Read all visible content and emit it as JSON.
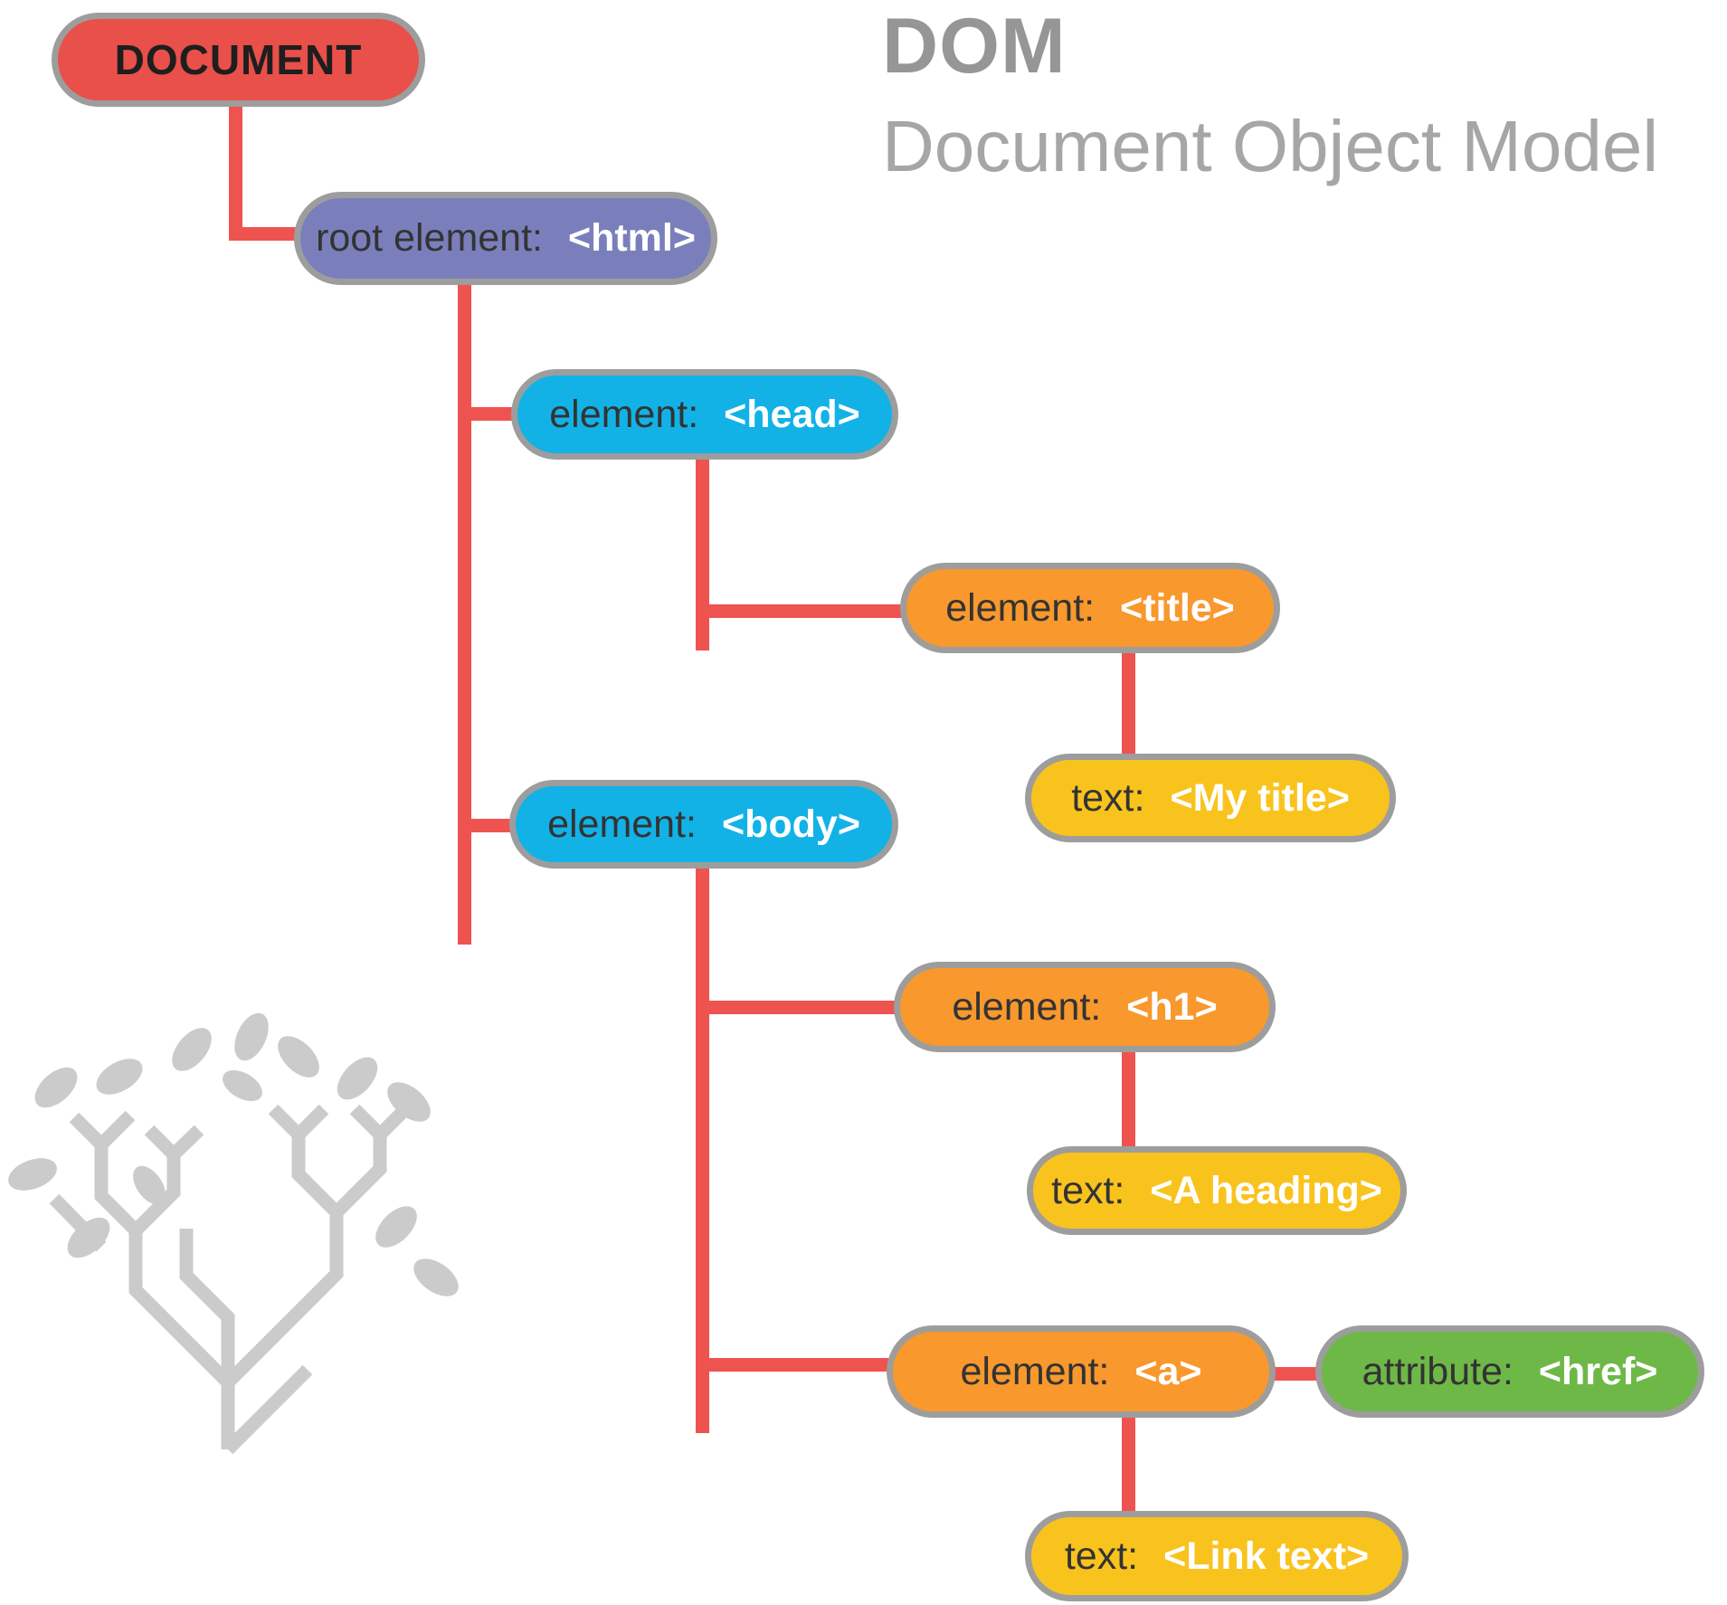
{
  "header": {
    "title": "DOM",
    "subtitle": "Document Object Model"
  },
  "nodes": {
    "document": {
      "label": "DOCUMENT"
    },
    "html": {
      "label": "root element:",
      "value": "<html>"
    },
    "head": {
      "label": "element:",
      "value": "<head>"
    },
    "title": {
      "label": "element:",
      "value": "<title>"
    },
    "mytitle": {
      "label": "text:",
      "value": "<My title>"
    },
    "body": {
      "label": "element:",
      "value": "<body>"
    },
    "h1": {
      "label": "element:",
      "value": "<h1>"
    },
    "aheading": {
      "label": "text:",
      "value": "<A heading>"
    },
    "a": {
      "label": "element:",
      "value": "<a>"
    },
    "href": {
      "label": "attribute:",
      "value": "<href>"
    },
    "linktext": {
      "label": "text:",
      "value": "<Link text>"
    }
  },
  "colors": {
    "document_node": "#E85049",
    "root_element_node": "#7A7FBC",
    "element_node": "#12B2E6",
    "nested_element_node": "#F8982D",
    "text_node": "#F9C31E",
    "attribute_node": "#6EB847",
    "connector": "#EF5350",
    "node_border": "#9D9D9D",
    "heading_text": "#969696",
    "watermark": "#CBCBCB"
  },
  "icons": {
    "watermark": "tree-icon"
  }
}
